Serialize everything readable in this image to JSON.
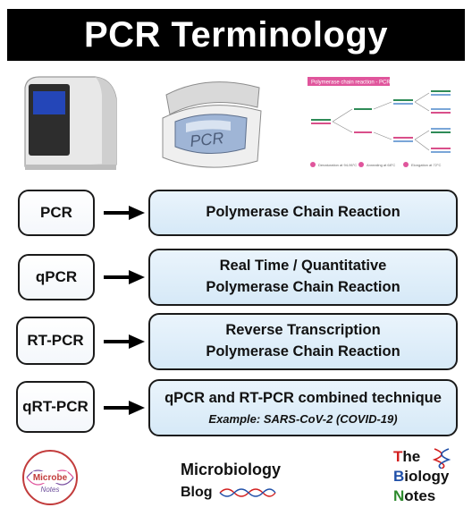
{
  "title": "PCR Terminology",
  "images": {
    "machine2_label": "PCR",
    "diagram_title": "Polymerase chain reaction - PCR",
    "diagram_steps": [
      "Denaturation at 94-96°C",
      "Annealing at 68°C",
      "Elongation at 72°C"
    ]
  },
  "rows": [
    {
      "term": "PCR",
      "definition_line1": "Polymerase Chain Reaction",
      "definition_line2": ""
    },
    {
      "term": "qPCR",
      "definition_line1": "Real Time / Quantitative",
      "definition_line2": "Polymerase Chain Reaction"
    },
    {
      "term": "RT-PCR",
      "definition_line1": "Reverse Transcription",
      "definition_line2": "Polymerase Chain Reaction"
    },
    {
      "term": "qRT-PCR",
      "definition_line1": "qPCR and RT-PCR combined technique",
      "definition_line2": "Example: SARS-CoV-2 (COVID-19)"
    }
  ],
  "footer": {
    "microbe_logo_line1": "Microbe",
    "microbe_logo_line2": "Notes",
    "blog_line1": "Microbiology",
    "blog_line2": "Blog",
    "tbn": {
      "the_initial": "T",
      "the_rest": "he",
      "biology_initial": "B",
      "biology_rest": "iology",
      "notes_initial": "N",
      "notes_rest": "otes"
    }
  },
  "colors": {
    "title_bg": "#000000",
    "def_box_bg": "#d6e9f7",
    "red": "#d21e1e",
    "blue": "#1f4fa8",
    "green": "#2d8a2d"
  }
}
